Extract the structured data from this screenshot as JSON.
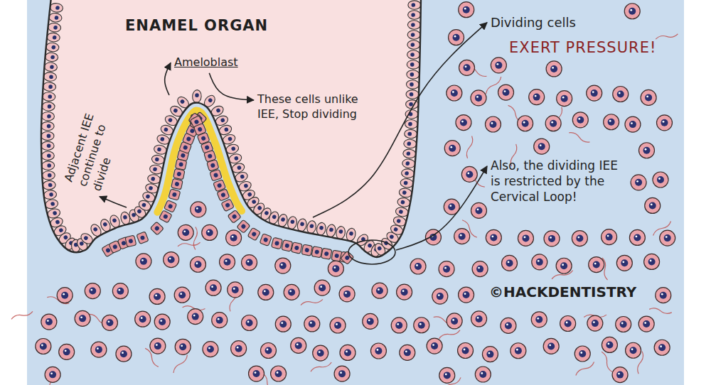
{
  "diagram": {
    "nodes": [
      {
        "text": [
          "ENAMEL ORGAN"
        ]
      }
    ],
    "labels": [
      "Adjacent IEE continue to divide",
      "Ameloblast",
      "These cells unlike IEE, Stop dividing",
      "Dividing cells",
      "EXERT PRESSURE!",
      "Also, the dividing IEE is restricted by the Cervical Loop!",
      "©HACKDENTISTRY"
    ]
  }
}
